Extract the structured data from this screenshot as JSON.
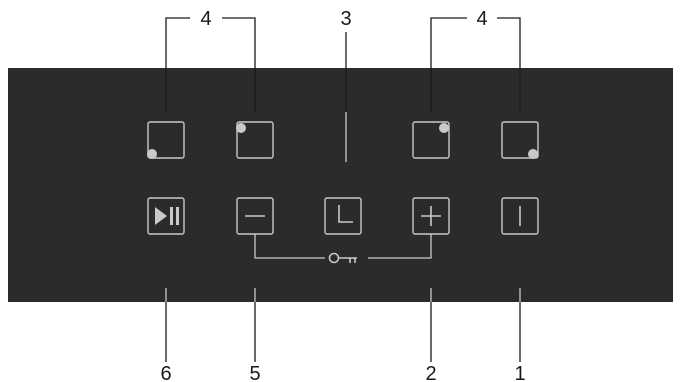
{
  "diagram": {
    "panel_color": "#2b2b2b",
    "symbol_color": "#c9c9c9",
    "callout_color": "#1a1a1a",
    "callouts": {
      "zone_selector_left_group": "4",
      "zone_selector_right_group": "4",
      "timer": "3",
      "play_pause": "6",
      "minus": "5",
      "plus": "2",
      "power": "1"
    },
    "buttons": [
      {
        "id": "zone-bottom-left",
        "icon": "zone-indicator-icon"
      },
      {
        "id": "zone-top-left",
        "icon": "zone-indicator-icon"
      },
      {
        "id": "zone-top-right",
        "icon": "zone-indicator-icon"
      },
      {
        "id": "zone-bottom-right",
        "icon": "zone-indicator-icon"
      },
      {
        "id": "play-pause",
        "icon": "play-pause-icon"
      },
      {
        "id": "minus",
        "icon": "minus-icon"
      },
      {
        "id": "timer",
        "icon": "clock-icon"
      },
      {
        "id": "plus",
        "icon": "plus-icon"
      },
      {
        "id": "power",
        "icon": "power-icon"
      }
    ],
    "lock_symbol": "key-icon"
  }
}
